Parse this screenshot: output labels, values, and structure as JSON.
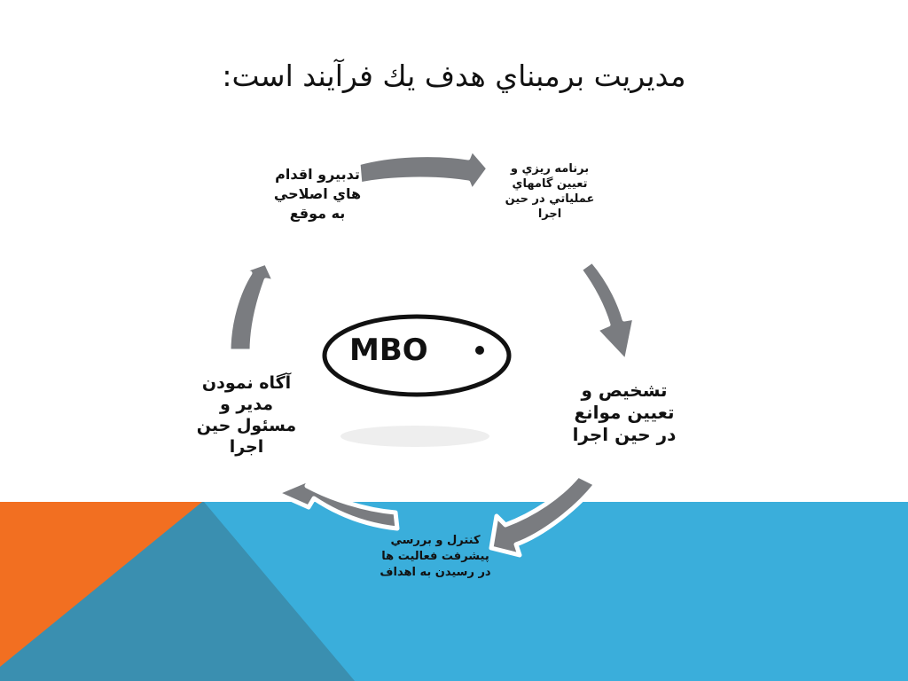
{
  "slide": {
    "title": "مديريت برمبناي هدف يك فرآيند است:"
  },
  "diagram": {
    "center_label": "MBO",
    "nodes": [
      {
        "id": "corrective-action",
        "lines": [
          "تدبيرو اقدام",
          "هاي اصلاحي",
          "به موقع"
        ]
      },
      {
        "id": "planning",
        "lines": [
          "برنامه ريزي و",
          "تعيين گامهاي",
          "عملياتي در حين",
          "اجرا"
        ]
      },
      {
        "id": "obstacles",
        "lines": [
          "تشخيص و",
          "تعيين موانع",
          "در حين اجرا"
        ]
      },
      {
        "id": "control-review",
        "lines": [
          "كنترل و بررسي",
          "پيشرفت فعاليت ها",
          "در رسيدن به اهداف"
        ]
      },
      {
        "id": "awareness",
        "lines": [
          "آگاه نمودن",
          "مدير و",
          "مسئول حين",
          "اجرا"
        ]
      }
    ]
  },
  "colors": {
    "arrow_fill": "#7a7c80",
    "arrow_outline": "#ffffff",
    "ellipse_stroke": "#111111",
    "band_blue": "#3aaedb",
    "band_dark_blue": "#3a8fb0",
    "band_orange": "#f26f21"
  }
}
